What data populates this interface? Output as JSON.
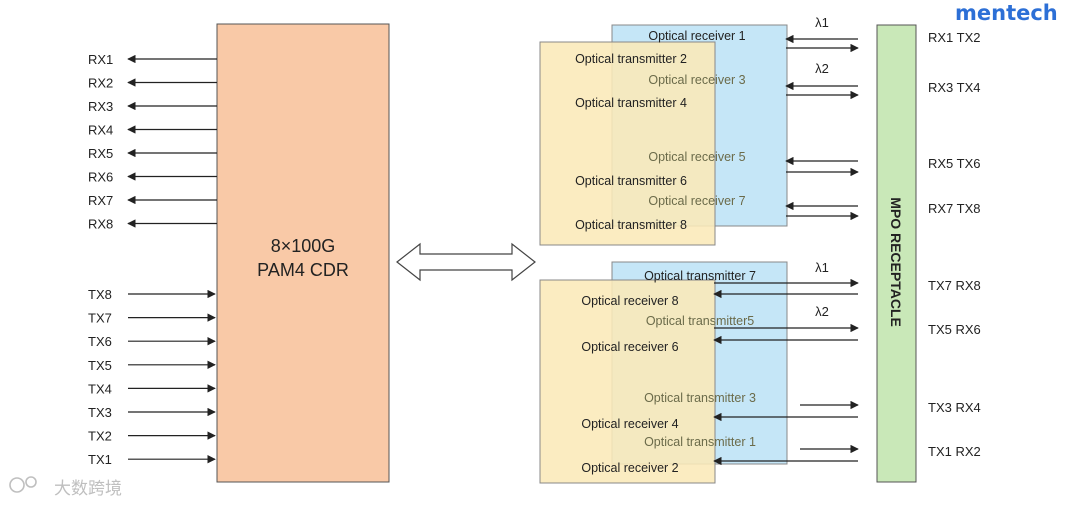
{
  "brand": "mentech",
  "watermark": "大数跨境",
  "cdr_label": [
    "8×100G",
    "PAM4 CDR"
  ],
  "rx_ports": [
    "RX1",
    "RX2",
    "RX3",
    "RX4",
    "RX5",
    "RX6",
    "RX7",
    "RX8"
  ],
  "tx_ports": [
    "TX8",
    "TX7",
    "TX6",
    "TX5",
    "TX4",
    "TX3",
    "TX2",
    "TX1"
  ],
  "top_group": {
    "blue": [
      "Optical receiver 1",
      "Optical receiver 3",
      "Optical receiver 5",
      "Optical receiver 7"
    ],
    "yellow": [
      "Optical transmitter 2",
      "Optical transmitter 4",
      "Optical transmitter 6",
      "Optical transmitter 8"
    ],
    "lambdas": [
      "λ1",
      "λ2"
    ]
  },
  "bottom_group": {
    "blue": [
      "Optical transmitter 7",
      "Optical transmitter5",
      "Optical transmitter 3",
      "Optical transmitter 1"
    ],
    "yellow": [
      "Optical receiver 8",
      "Optical receiver 6",
      "Optical receiver 4",
      "Optical receiver 2"
    ],
    "lambdas": [
      "λ1",
      "λ2"
    ]
  },
  "mpo_label": "MPO RECEPTACLE",
  "fiber_labels": [
    "RX1  TX2",
    "RX3  TX4",
    "RX5  TX6",
    "RX7  TX8",
    "TX7  RX8",
    "TX5  RX6",
    "TX3  RX4",
    "TX1  RX2"
  ],
  "colors": {
    "cdr": "#f9c9a7",
    "blue_box": "#c5e6f7",
    "yellow_box": "#fbe9b8",
    "mpo": "#c9e8b8",
    "brand": "#2c6fd6"
  }
}
